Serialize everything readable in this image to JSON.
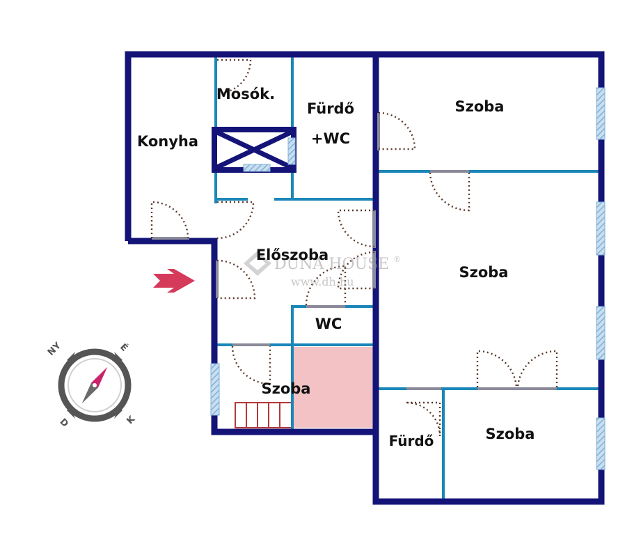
{
  "rooms": {
    "konyha": "Konyha",
    "mosokonyha": "Mosók.",
    "furdo_wc_line1": "Fürdő",
    "furdo_wc_line2": "+WC",
    "szoba_top_right": "Szoba",
    "eloszoba": "Előszoba",
    "szoba_center_right": "Szoba",
    "wc": "WC",
    "szoba_bottom_left": "Szoba",
    "furdo_bottom": "Fürdő",
    "szoba_bottom_right": "Szoba"
  },
  "watermark": {
    "brand": "DUNA HOUSE",
    "registered": "®",
    "url": "www.dh.hu"
  },
  "compass": {
    "north": "É",
    "east": "K",
    "south": "D",
    "west": "NY"
  },
  "colors": {
    "outer_wall": "#141478",
    "inner_wall": "#1b86b8",
    "window": "#9fc6dc",
    "door_swing": "#5a3a2a",
    "highlight_area": "#f2c2c4",
    "stair": "#b23a3a",
    "entrance_arrow": "#d63a5a",
    "compass_ring": "#555555"
  }
}
